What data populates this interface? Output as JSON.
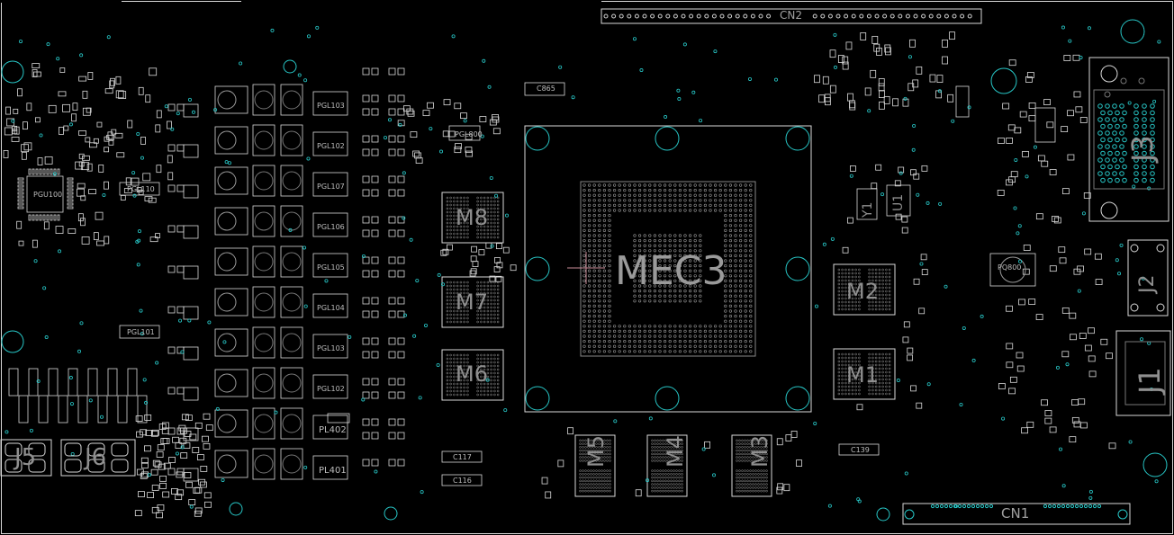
{
  "colors": {
    "background": "#000000",
    "outline": "#d9d9d9",
    "pin": "#cfcfcf",
    "via": "#27c6c6",
    "big_label": "#8c8c8c",
    "cursor": "#c98c98"
  },
  "labels": {
    "cn2": "CN2",
    "cn1": "CN1",
    "c865": "C865",
    "mec3": "MEC3",
    "m8": "M8",
    "m7": "M7",
    "m6": "M6",
    "m5": "M5",
    "m4": "M4",
    "m3": "M3",
    "m2": "M2",
    "m1": "M1",
    "j1": "J1",
    "j2": "J2",
    "j3": "J3",
    "j5": "J5",
    "j6": "J6",
    "u1": "U1",
    "y1": "Y1",
    "pgu100": "PGU100",
    "pgl110": "PGL110",
    "pgl101": "PGL101",
    "pgl103": "PGL103",
    "pgl102": "PGL102",
    "pgl107": "PGL107",
    "pgl106": "PGL106",
    "pgl105": "PGL105",
    "pgl104": "PGL104",
    "pgl103b": "PGL103",
    "pgl102b": "PGL102",
    "pl402": "PL402",
    "pl401": "PL401",
    "pgl800": "PGL800",
    "pq800": "PQ800",
    "c117": "C117",
    "c116": "C116",
    "c139": "C139"
  }
}
